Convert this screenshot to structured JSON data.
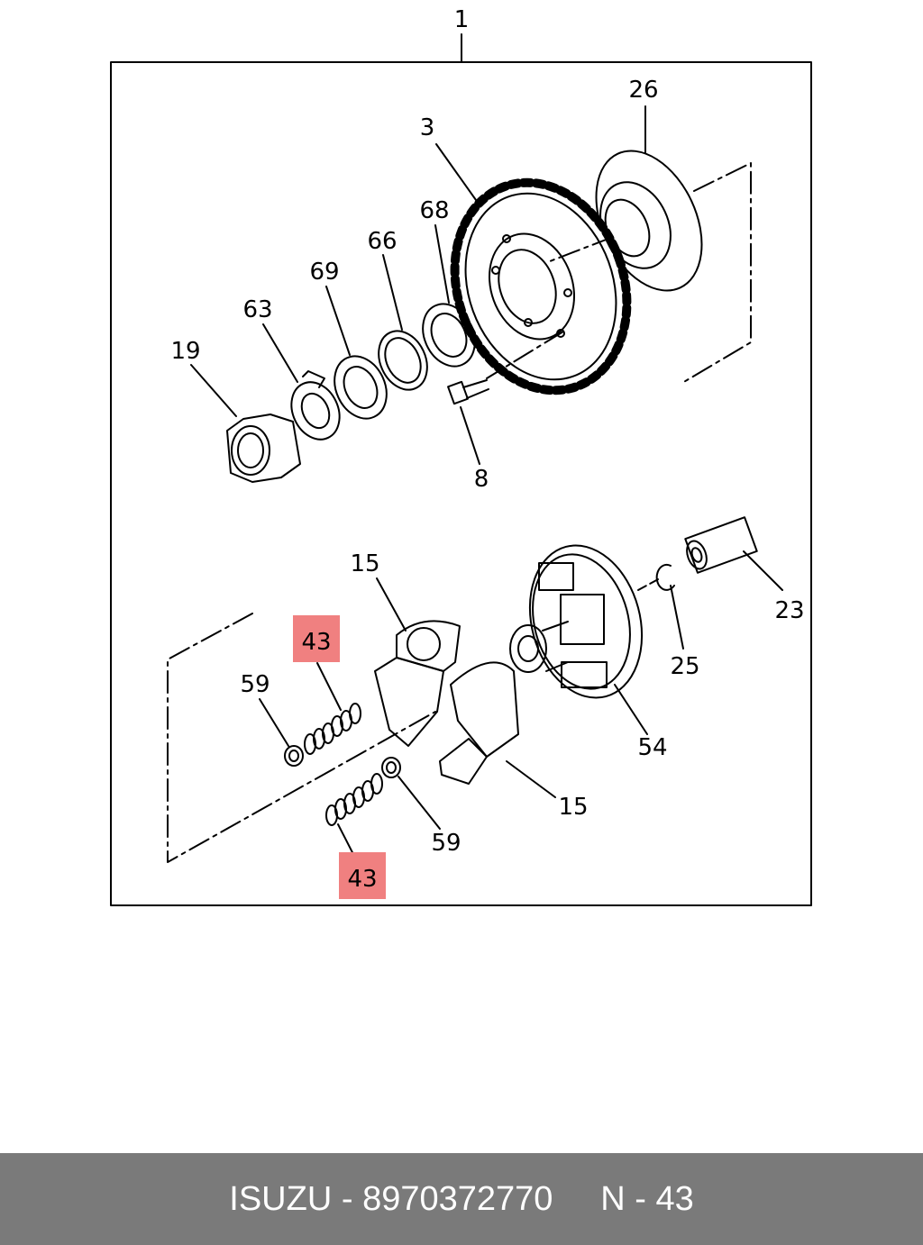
{
  "callouts": {
    "c1": "1",
    "c26": "26",
    "c3": "3",
    "c68": "68",
    "c66": "66",
    "c69": "69",
    "c63": "63",
    "c19": "19",
    "c8": "8",
    "c15a": "15",
    "c15b": "15",
    "c23": "23",
    "c25": "25",
    "c54": "54",
    "c59a": "59",
    "c59b": "59",
    "c43a": "43",
    "c43b": "43"
  },
  "highlight_color": "#f08080",
  "footer": {
    "brand": "ISUZU",
    "sep": "-",
    "part_number": "8970372770",
    "ref_prefix": "N",
    "ref_sep": "-",
    "ref_number": "43"
  }
}
